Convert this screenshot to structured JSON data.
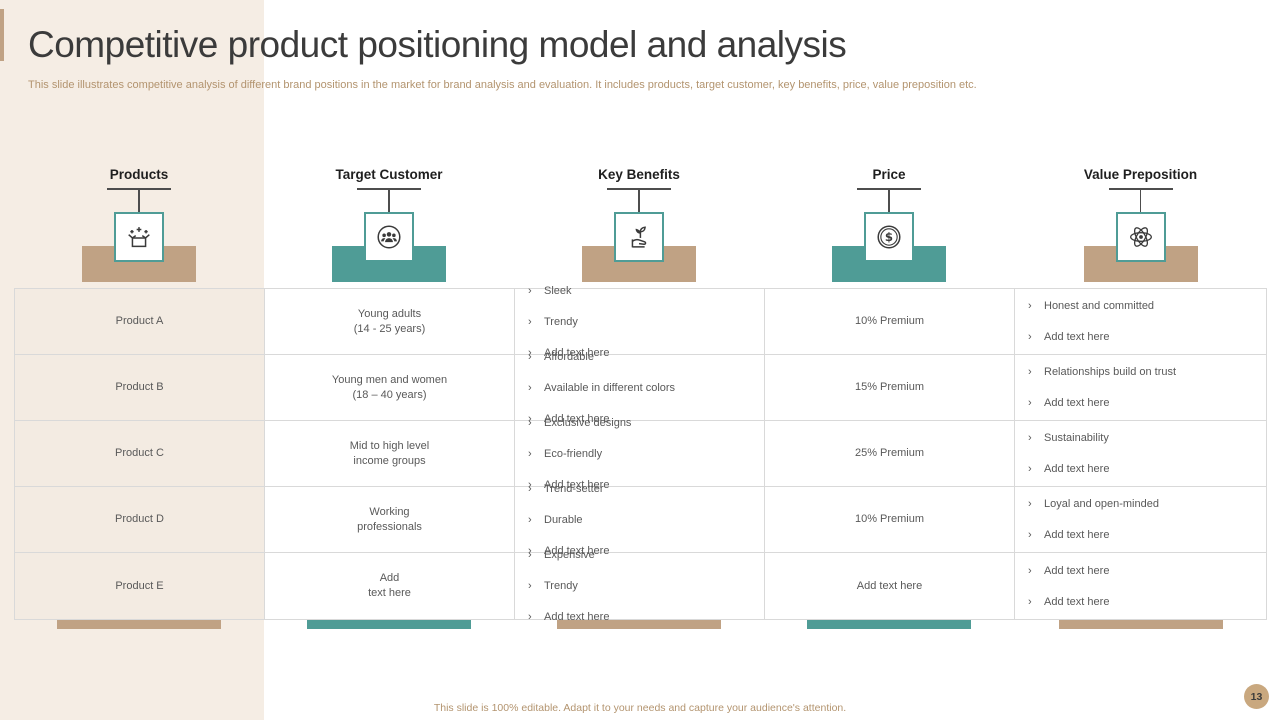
{
  "slide": {
    "title": "Competitive product positioning model and analysis",
    "subtitle": "This slide illustrates competitive analysis of different brand positions in the market for brand analysis and evaluation. It includes products, target customer, key benefits, price, value preposition etc.",
    "footer": "This slide is 100% editable. Adapt it to your needs and capture your audience's attention.",
    "page_number": "13"
  },
  "colors": {
    "tan": "#c0a284",
    "teal": "#4f9c96",
    "cream": "#f5ede4",
    "title_text": "#3b3b3b",
    "body_text": "#595959",
    "subtitle_text": "#b3946f",
    "table_border": "#d9d9d9"
  },
  "columns": [
    {
      "label": "Products",
      "icon": "gift-box-icon",
      "accent": "tan"
    },
    {
      "label": "Target Customer",
      "icon": "people-group-icon",
      "accent": "teal"
    },
    {
      "label": "Key Benefits",
      "icon": "hand-plant-icon",
      "accent": "tan"
    },
    {
      "label": "Price",
      "icon": "dollar-coin-icon",
      "accent": "teal"
    },
    {
      "label": "Value Preposition",
      "icon": "atom-icon",
      "accent": "tan"
    }
  ],
  "rows": [
    {
      "product": "Product A",
      "target_customer": "Young adults\n(14 - 25 years)",
      "key_benefits": [
        "Sleek",
        "Trendy",
        "Add text here"
      ],
      "price": "10% Premium",
      "value_preposition": [
        "Honest and committed",
        "Add text here"
      ]
    },
    {
      "product": "Product B",
      "target_customer": "Young men and women\n(18 – 40 years)",
      "key_benefits": [
        "Affordable",
        "Available in different colors",
        "Add text here"
      ],
      "price": "15% Premium",
      "value_preposition": [
        "Relationships build on trust",
        "Add text here"
      ]
    },
    {
      "product": "Product C",
      "target_customer": "Mid to high level\nincome groups",
      "key_benefits": [
        "Exclusive designs",
        "Eco-friendly",
        "Add text here"
      ],
      "price": "25% Premium",
      "value_preposition": [
        "Sustainability",
        "Add text here"
      ]
    },
    {
      "product": "Product D",
      "target_customer": "Working\nprofessionals",
      "key_benefits": [
        "Trend-setter",
        "Durable",
        "Add text here"
      ],
      "price": "10% Premium",
      "value_preposition": [
        "Loyal and open-minded",
        "Add text here"
      ]
    },
    {
      "product": "Product E",
      "target_customer": "Add\ntext here",
      "key_benefits": [
        "Expensive",
        "Trendy",
        "Add text here"
      ],
      "price": "Add text here",
      "value_preposition": [
        "Add text here",
        "Add text here"
      ]
    }
  ]
}
